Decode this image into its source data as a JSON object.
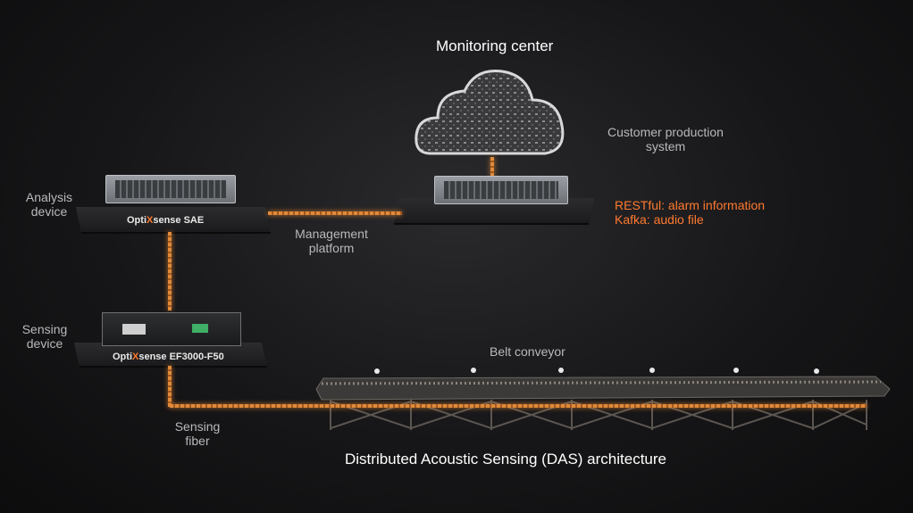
{
  "title": "Monitoring center",
  "labels": {
    "customer_system": [
      "Customer production",
      "system"
    ],
    "restful": "RESTful: alarm information",
    "kafka": "Kafka: audio file",
    "analysis": [
      "Analysis",
      "device"
    ],
    "management": [
      "Management",
      "platform"
    ],
    "sensing_device": [
      "Sensing",
      "device"
    ],
    "belt": "Belt conveyor",
    "sensing_fiber": [
      "Sensing",
      "fiber"
    ]
  },
  "devices": {
    "sae": {
      "brand_a": "Opti",
      "brand_x": "X",
      "brand_b": "sense SAE"
    },
    "ef": {
      "brand_a": "Opti",
      "brand_x": "X",
      "brand_b": "sense EF3000-F50"
    }
  },
  "caption": "Distributed Acoustic Sensing (DAS) architecture",
  "colors": {
    "accent": "#ff7a2e",
    "fiber": "#e08a3a"
  }
}
